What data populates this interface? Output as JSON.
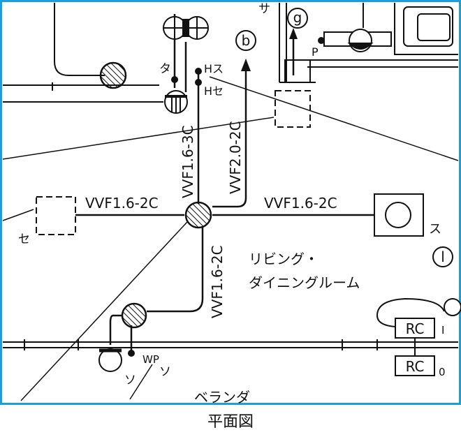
{
  "caption": "平面図",
  "labels": {
    "symbol_b": "b",
    "symbol_g": "g",
    "symbol_l": "l",
    "ta": "タ",
    "h_su": "Hス",
    "h_se": "Hセ",
    "sa": "サ",
    "p": "P",
    "se": "セ",
    "su": "ス",
    "so_1": "ソ",
    "so_2": "ソ",
    "wp": "WP",
    "i_mark": "I",
    "o_mark": "0",
    "rc_top": "RC",
    "rc_bottom": "RC",
    "room_line1": "リビング・",
    "room_line2": "ダイニングルーム",
    "veranda": "ベランダ"
  },
  "cables": {
    "left_horizontal": "VVF1.6-2C",
    "right_horizontal": "VVF1.6-2C",
    "vertical_upper_left": "VVF1.6-3C",
    "vertical_upper_right": "VVF2.0-2C",
    "vertical_lower": "VVF1.6-2C"
  },
  "colors": {
    "border": "#1a9fd9",
    "ink": "#111111"
  }
}
